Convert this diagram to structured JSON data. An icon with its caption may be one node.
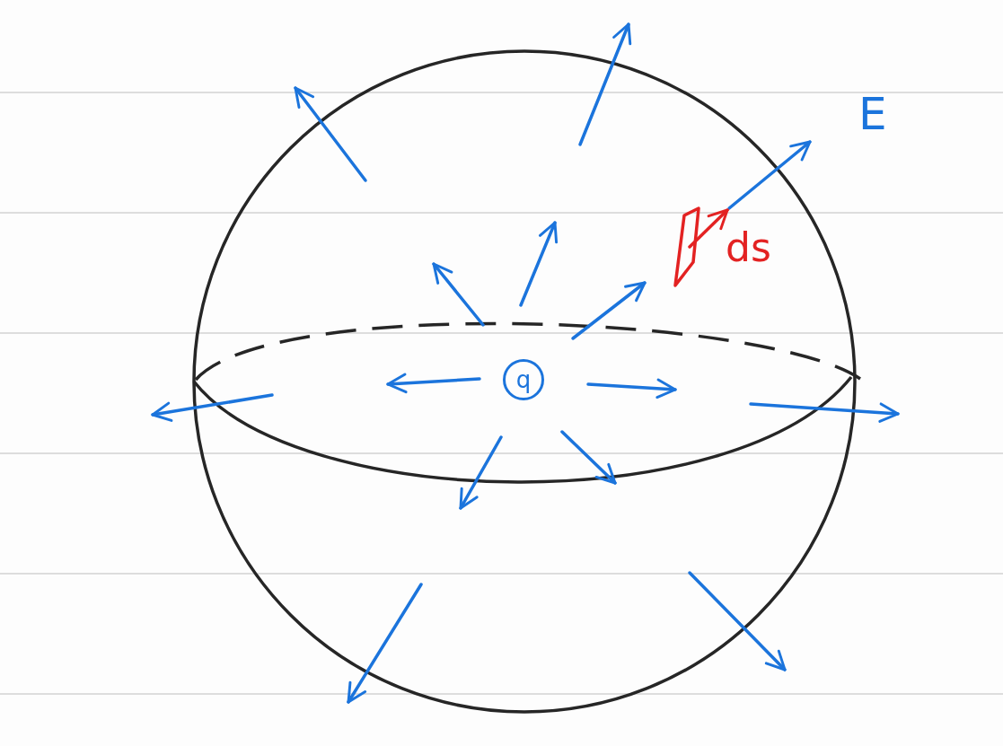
{
  "diagram": {
    "nodes": [
      {
        "text": [
          "q"
        ]
      }
    ],
    "labels": [
      "E",
      "ds"
    ]
  }
}
